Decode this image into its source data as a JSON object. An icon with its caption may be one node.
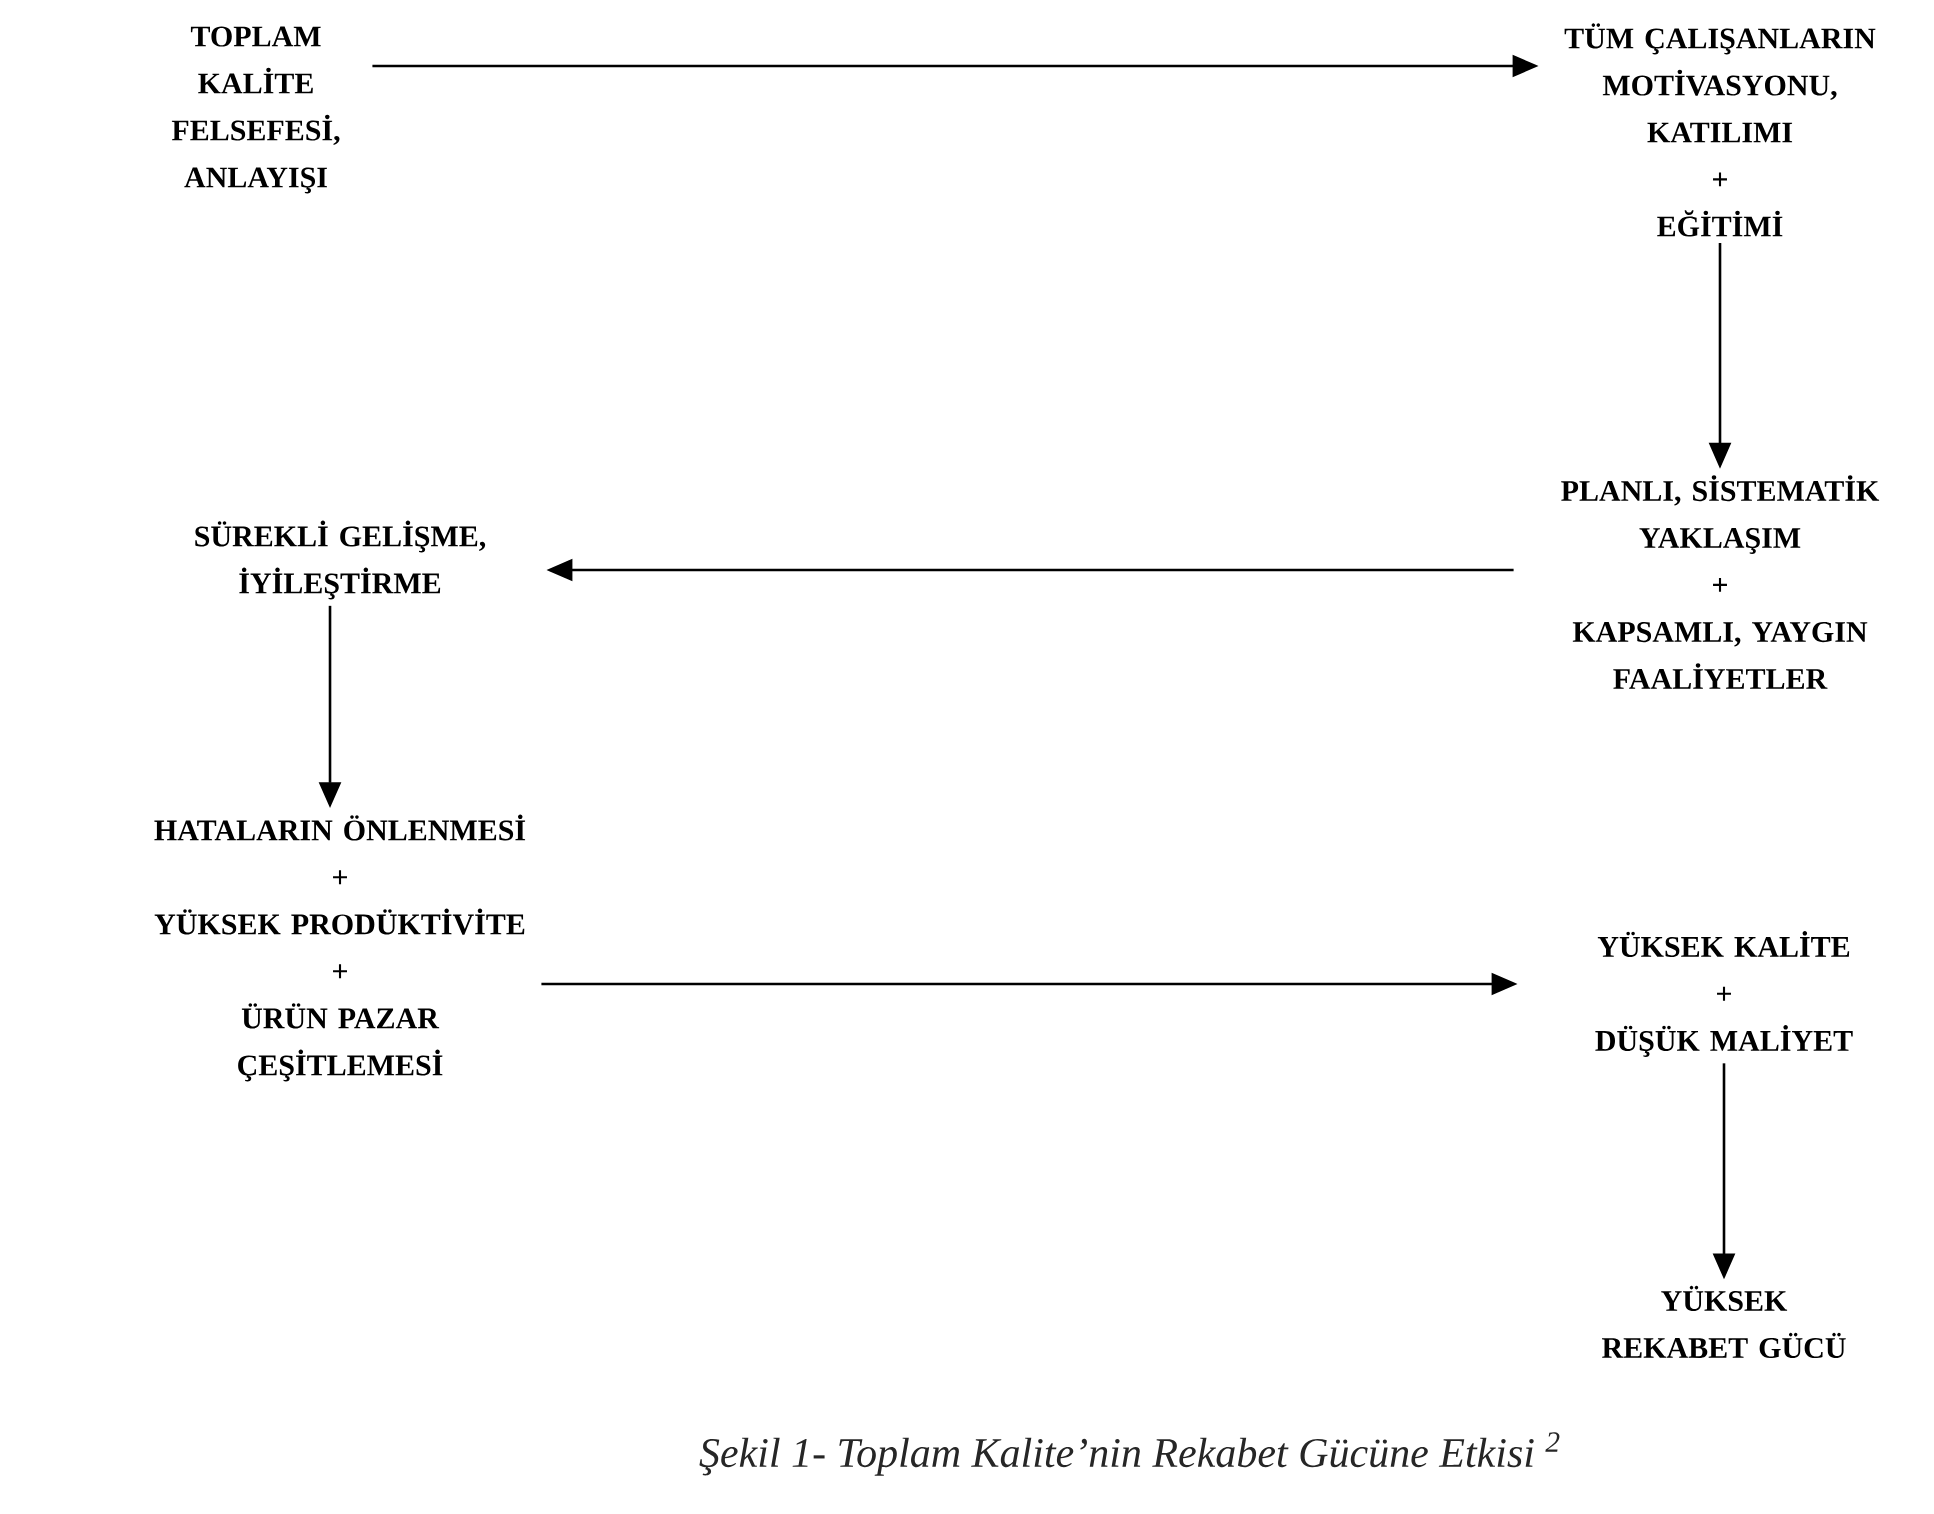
{
  "diagram": {
    "caption": "Şekil 1- Toplam Kalite’nin Rekabet Gücüne Etkisi $^{2}$",
    "nodes": [
      {
        "text": [
          "TOPLAM KALİTE FELSEFESİ, ANLAYIŞI"
        ]
      },
      {
        "text": [
          "TÜM ÇALIŞANLARIN MOTİVASYONU, KATILIMI",
          "+",
          "EĞİTİMİ"
        ]
      },
      {
        "text": [
          "PLANLI, SİSTEMATİK YAKLAŞIM",
          "+",
          "KAPSAMLI, YAYGIN FAALİYETLER"
        ]
      },
      {
        "text": [
          "SÜREKLİ GELİŞME, İYİLEŞTİRME"
        ]
      },
      {
        "text": [
          "HATALARIN ÖNLENMESİ",
          "+",
          "YÜKSEK PRODÜKTİVİTE",
          "+",
          "ÜRÜN PAZAR ÇEŞİTLEMESİ"
        ]
      },
      {
        "text": [
          "YÜKSEK KALİTE",
          "+",
          "DÜŞÜK MALİYET"
        ]
      },
      {
        "text": [
          "YÜKSEK REKABET GÜCÜ"
        ]
      }
    ],
    "edges": [
      {
        "from": 0,
        "to": 1,
        "arrow": "to"
      },
      {
        "from": 1,
        "to": 2,
        "arrow": "to"
      },
      {
        "from": 2,
        "to": 3,
        "arrow": "to"
      },
      {
        "from": 3,
        "to": 4,
        "arrow": "to"
      },
      {
        "from": 4,
        "to": 5,
        "arrow": "to"
      },
      {
        "from": 5,
        "to": 6,
        "arrow": "to"
      }
    ]
  }
}
